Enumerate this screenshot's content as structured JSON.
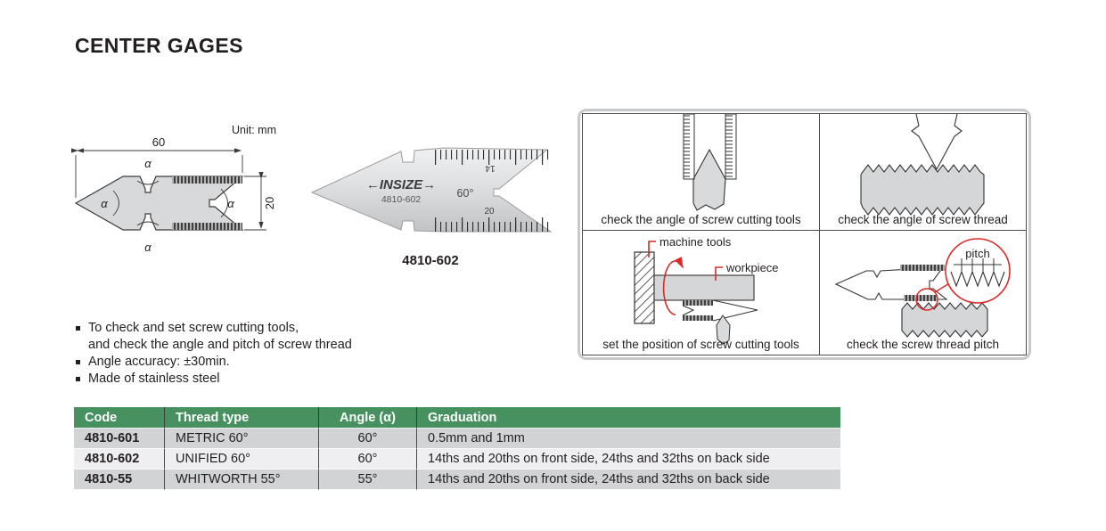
{
  "page": {
    "title": "CENTER GAGES"
  },
  "diagram": {
    "unit_label": "Unit: mm",
    "width_dim": "60",
    "height_dim": "20",
    "angle_symbol": "α"
  },
  "product": {
    "brand_mark": "←INSIZE→",
    "engraving_code": "4810-602",
    "engraving_angle": "60°",
    "scale_14": "14",
    "scale_20": "20",
    "caption": "4810-602"
  },
  "usage_panel": {
    "quadrants": [
      {
        "caption": "check the angle of screw cutting tools"
      },
      {
        "caption": "check the angle of screw thread"
      },
      {
        "caption": "set the position of screw cutting tools",
        "labels": {
          "machine_tools": "machine tools",
          "workpiece": "workpiece"
        }
      },
      {
        "caption": "check the screw thread pitch",
        "labels": {
          "pitch": "pitch"
        }
      }
    ]
  },
  "features": [
    "To check and set screw cutting tools,\nand check the angle and pitch of screw thread",
    "Angle accuracy: ±30min.",
    "Made of stainless steel"
  ],
  "table": {
    "headers": [
      "Code",
      "Thread type",
      "Angle (α)",
      "Graduation"
    ],
    "rows": [
      {
        "code": "4810-601",
        "thread_type": "METRIC 60°",
        "angle": "60°",
        "graduation": "0.5mm and 1mm"
      },
      {
        "code": "4810-602",
        "thread_type": "UNIFIED 60°",
        "angle": "60°",
        "graduation": "14ths and 20ths on front side, 24ths and 32ths on back side"
      },
      {
        "code": "4810-55",
        "thread_type": "WHITWORTH 55°",
        "angle": "55°",
        "graduation": "14ths and 20ths on front side, 24ths and 32ths on back side"
      }
    ]
  },
  "colors": {
    "header_green": "#47905f",
    "row_dark": "#d2d3d5",
    "row_light": "#efeff1",
    "annotation_red": "#d92b27",
    "metal_gray": "#d8d9db"
  }
}
